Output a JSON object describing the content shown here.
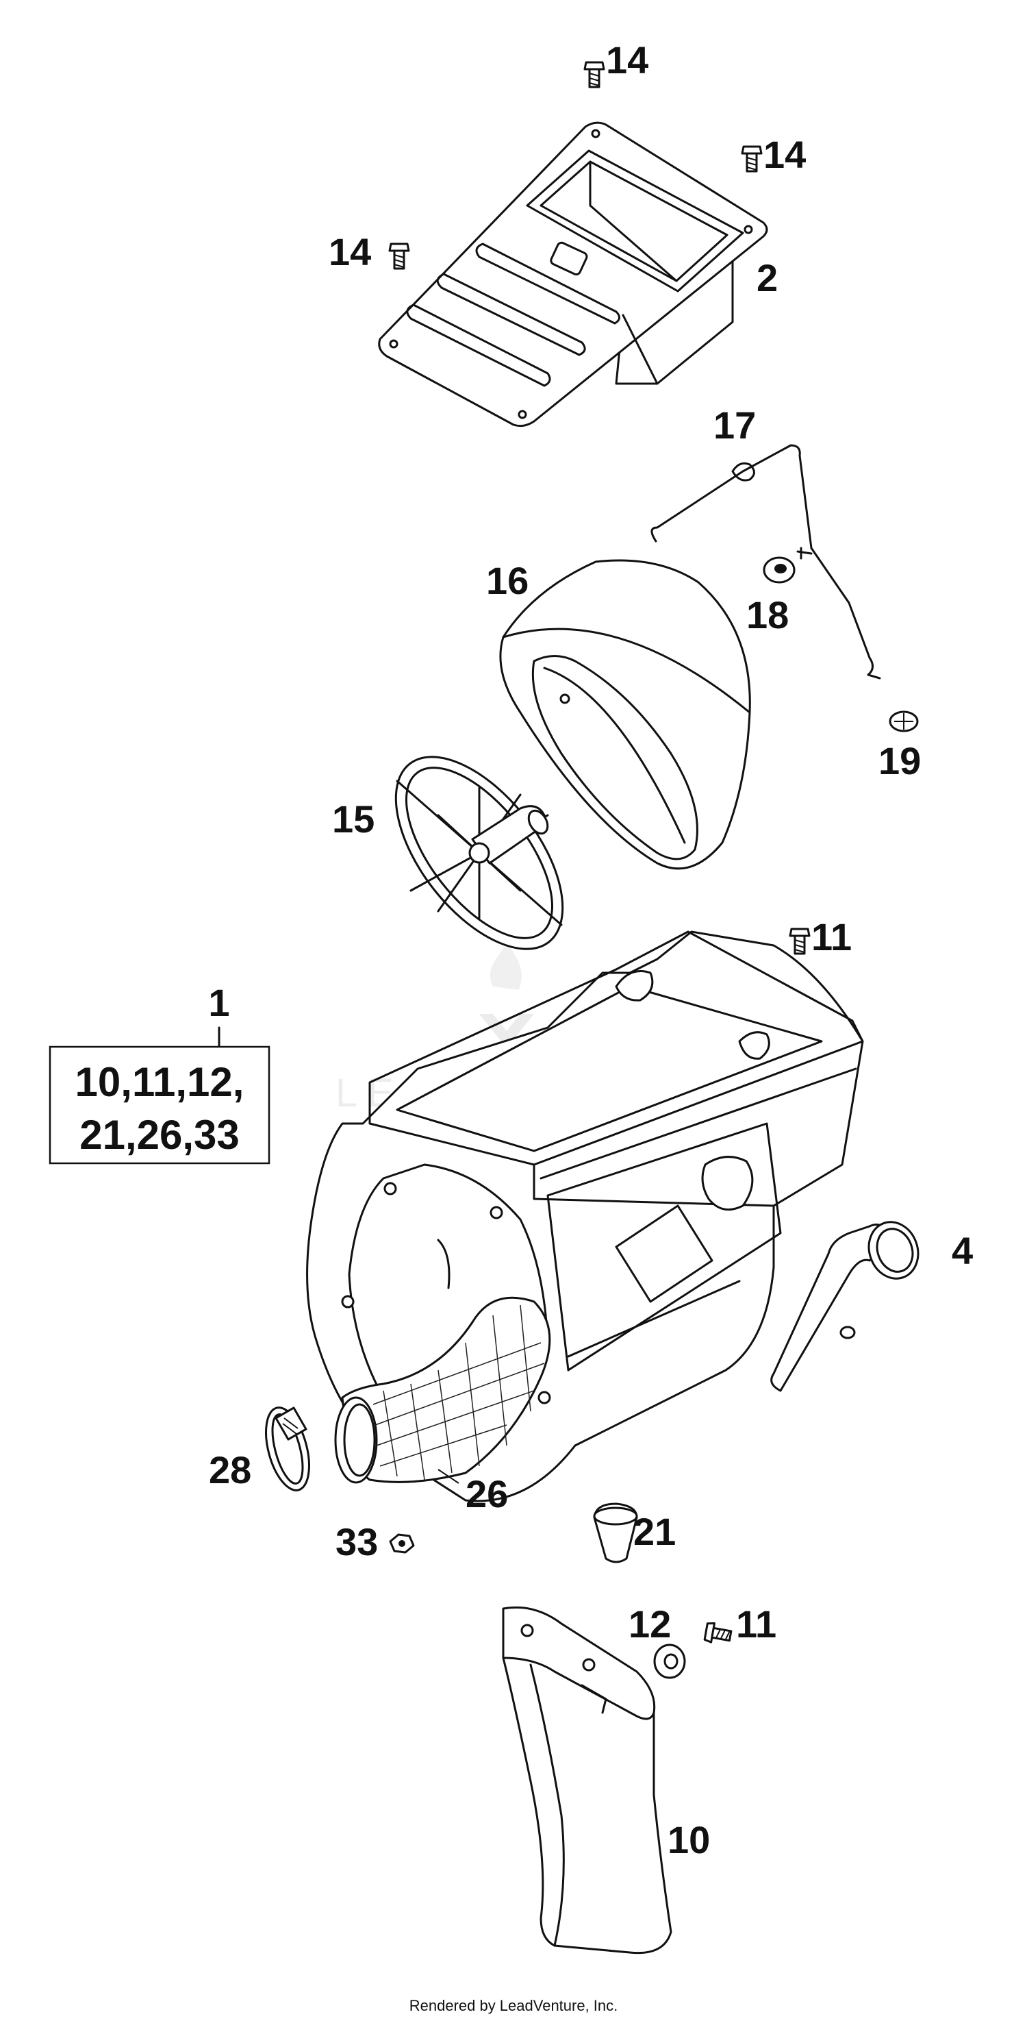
{
  "watermark": "LEADVENTURE",
  "footer": "Rendered by LeadVenture, Inc.",
  "kit": {
    "number": "1",
    "contents_line1": "10,11,12,",
    "contents_line2": "21,26,33"
  },
  "callouts": {
    "p14a": "14",
    "p14b": "14",
    "p14c": "14",
    "p2": "2",
    "p17": "17",
    "p16": "16",
    "p18": "18",
    "p19": "19",
    "p15": "15",
    "p11a": "11",
    "p4": "4",
    "p28": "28",
    "p26": "26",
    "p33": "33",
    "p21": "21",
    "p12": "12",
    "p11b": "11",
    "p10": "10"
  }
}
